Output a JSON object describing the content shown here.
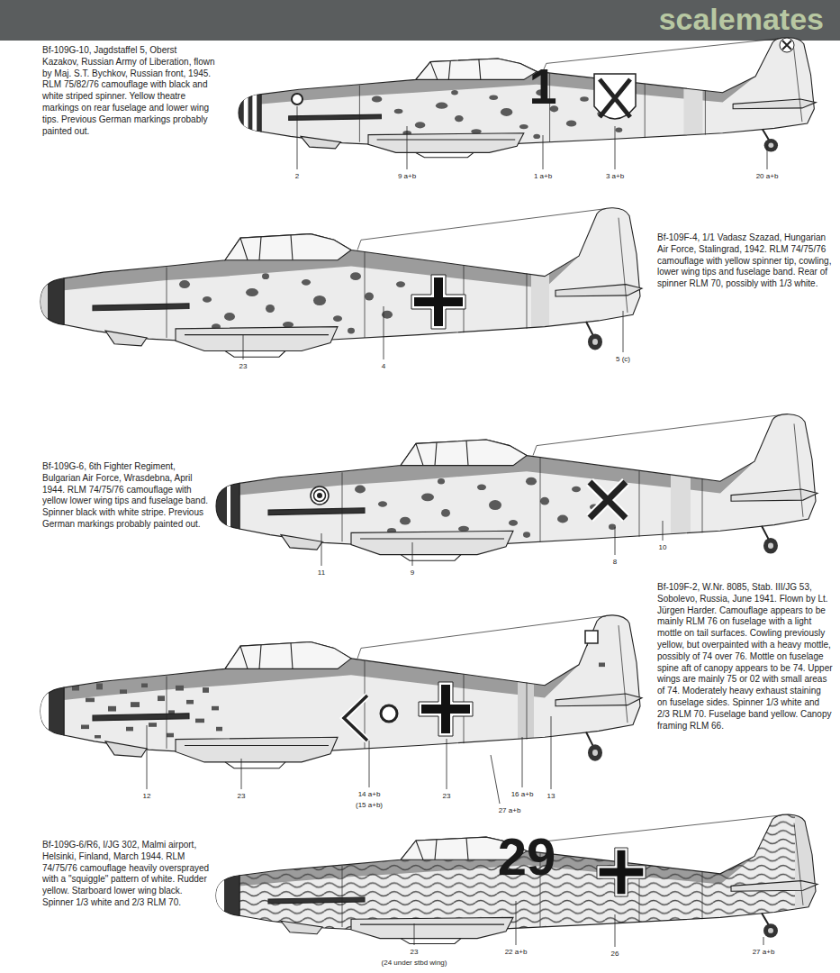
{
  "diagram": {
    "labels": [
      "scalemates",
      "Bf-109G-10, Jagdstaffel 5, Oberst Kazakov, Russian Army of Liberation, flown by Maj. S.T. Bychkov, Russian front, 1945. RLM 75/82/76 camouflage with black and white striped spinner. Yellow theatre markings on rear fuselage and lower wing tips. Previous German markings probably painted out.",
      "2",
      "9 a+b",
      "1 a+b",
      "3 a+b",
      "20 a+b",
      "1",
      "Bf-109F-4, 1/1 Vadasz Szazad, Hungarian Air Force, Stalingrad, 1942. RLM 74/75/76 camouflage with yellow spinner tip, cowling, lower wing tips and fuselage band. Rear of spinner RLM 70, possibly with 1/3 white.",
      "23",
      "4",
      "5 (c)",
      "Bf-109G-6, 6th Fighter Regiment, Bulgarian Air Force, Wrasdebna, April 1944. RLM 74/75/76 camouflage with yellow lower wing tips and fuselage band. Spinner black with white stripe. Previous German markings probably painted out.",
      "11",
      "9",
      "8",
      "10",
      "Bf-109F-2, W.Nr. 8085, Stab. III/JG 53, Sobolevo, Russia, June 1941. Flown by Lt. Jürgen Harder. Camouflage appears to be mainly RLM 76 on fuselage with a light mottle on tail surfaces. Cowling previously yellow, but overpainted with a heavy mottle, possibly of 74 over 76. Mottle on fuselage spine aft of canopy appears to be 74. Upper wings are mainly 75 or 02 with small areas of 74. Moderately heavy exhaust staining on fuselage sides. Spinner 1/3 white and 2/3 RLM 70. Fuselage band yellow. Canopy framing RLM 66.",
      "12",
      "23",
      "14 a+b",
      "(15 a+b)",
      "23",
      "16 a+b",
      "13",
      "27 a+b",
      "Bf-109G-6/R6, I/JG 302, Malmi airport, Helsinki, Finland, March 1944. RLM 74/75/76 camouflage heavily oversprayed with a \"squiggle\" pattern of white. Rudder yellow. Starboard lower wing black. Spinner 1/3 white and 2/3 RLM 70.",
      "29",
      "23",
      "(24 under stbd wing)",
      "22 a+b",
      "26",
      "27 a+b"
    ]
  }
}
